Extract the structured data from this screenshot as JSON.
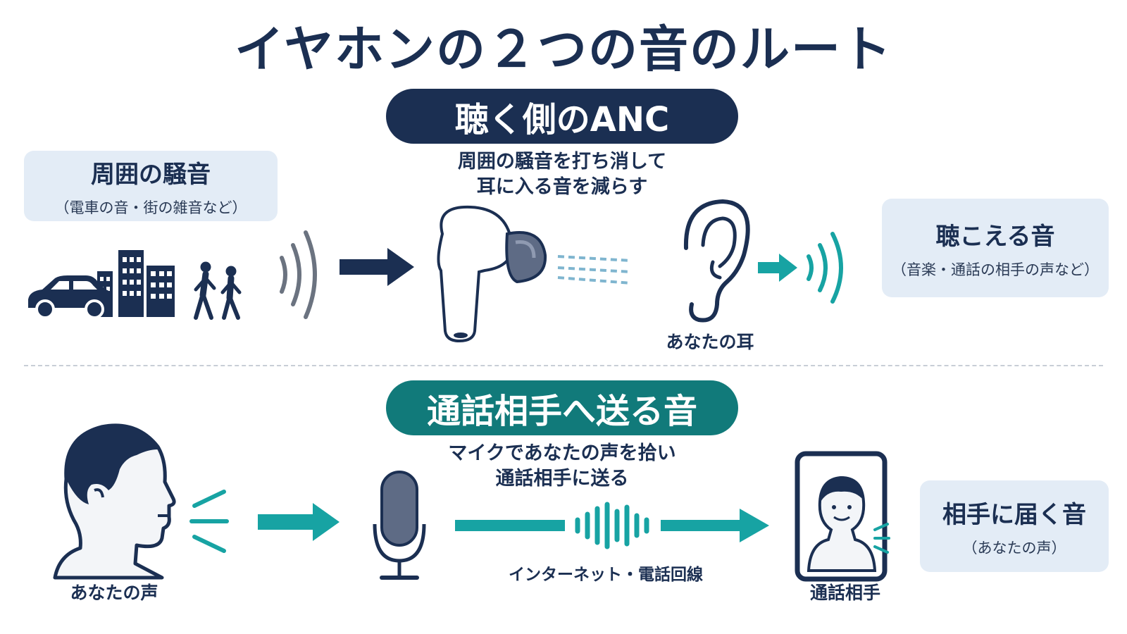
{
  "title": "イヤホンの２つの音のルート",
  "anc": {
    "pill": "聴く側のANC",
    "caption_line1": "周囲の騒音を打ち消して",
    "caption_line2": "耳に入る音を減らす",
    "noise_box": {
      "title": "周囲の騒音",
      "sub": "（電車の音・街の雑音など）"
    },
    "hear_box": {
      "title": "聴こえる音",
      "sub": "（音楽・通話の相手の声など）"
    },
    "ear_label": "あなたの耳"
  },
  "call": {
    "pill": "通話相手へ送る音",
    "caption_line1": "マイクであなたの声を拾い",
    "caption_line2": "通話相手に送る",
    "you_label": "あなたの声",
    "network_label": "インターネット・電話回線",
    "partner_label": "通話相手",
    "reach_box": {
      "title": "相手に届く音",
      "sub": "（あなたの声）"
    }
  },
  "colors": {
    "navy": "#1b2f52",
    "teal": "#117a7a",
    "accent_teal": "#17a3a3",
    "box_bg": "#e3ecf6"
  }
}
